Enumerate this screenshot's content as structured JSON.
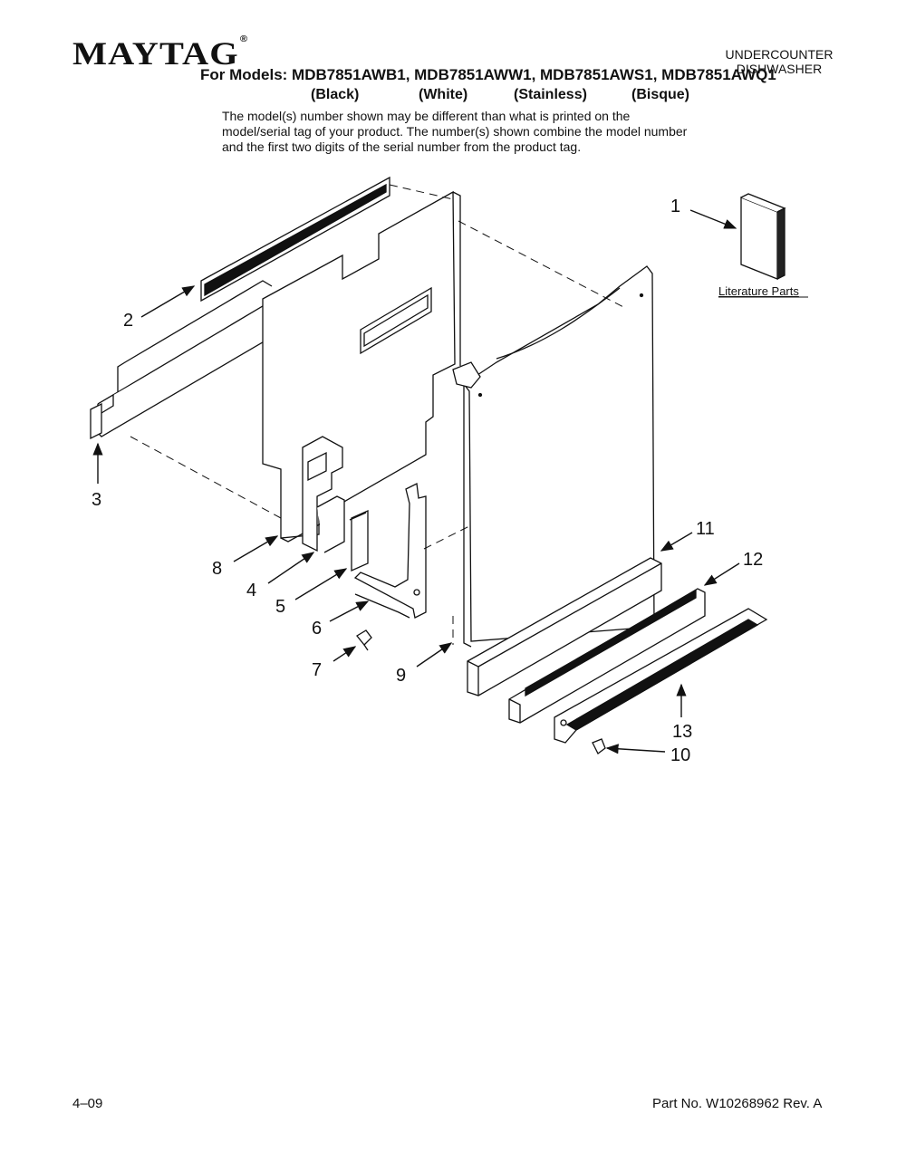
{
  "header": {
    "brand": "MAYTAG",
    "registered": "®",
    "product_type_line1": "UNDERCOUNTER",
    "product_type_line2": "DISHWASHER",
    "models_line": "For Models: MDB7851AWB1, MDB7851AWW1, MDB7851AWS1, MDB7851AWQ1",
    "colors": [
      "(Black)",
      "(White)",
      "(Stainless)",
      "(Bisque)"
    ],
    "note": "The model(s) number shown may be different than what is printed on the model/serial tag of your product. The number(s) shown combine the model number and the first two digits of the serial number from the product tag."
  },
  "diagram": {
    "callouts": [
      "1",
      "2",
      "3",
      "4",
      "5",
      "6",
      "7",
      "8",
      "9",
      "10",
      "11",
      "12",
      "13"
    ],
    "literature_label": "Literature Parts"
  },
  "footer": {
    "date": "4–09",
    "part_number": "Part No. W10268962 Rev. A"
  }
}
